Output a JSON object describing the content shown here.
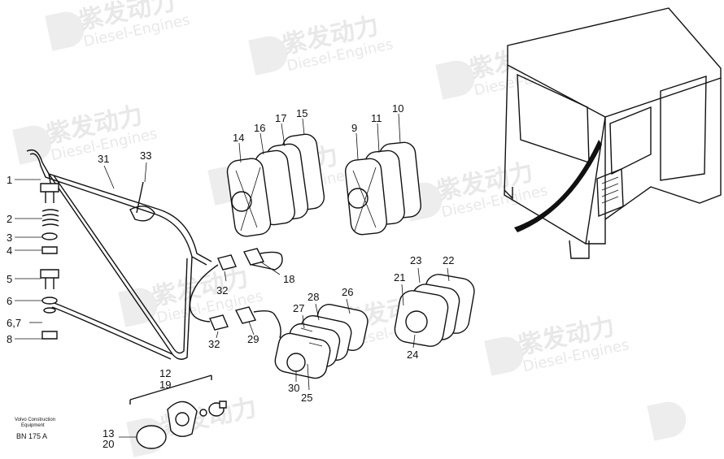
{
  "watermark": {
    "cn": "紫发动力",
    "en": "Diesel-Engines"
  },
  "labels": {
    "l1": "1",
    "l2": "2",
    "l3": "3",
    "l4": "4",
    "l5": "5",
    "l6": "6",
    "l67": "6,7",
    "l8": "8",
    "l9": "9",
    "l10": "10",
    "l11": "11",
    "l12": "12",
    "l13": "13",
    "l14": "14",
    "l15": "15",
    "l16": "16",
    "l17": "17",
    "l18": "18",
    "l19": "19",
    "l20": "20",
    "l21": "21",
    "l22": "22",
    "l23": "23",
    "l24": "24",
    "l25": "25",
    "l26": "26",
    "l27": "27",
    "l28": "28",
    "l29": "29",
    "l30": "30",
    "l31": "31",
    "l32a": "32",
    "l32b": "32",
    "l33": "33"
  },
  "credit": {
    "line1": "Volvo Construction",
    "line2": "Equipment",
    "code": "BN 175 A"
  }
}
